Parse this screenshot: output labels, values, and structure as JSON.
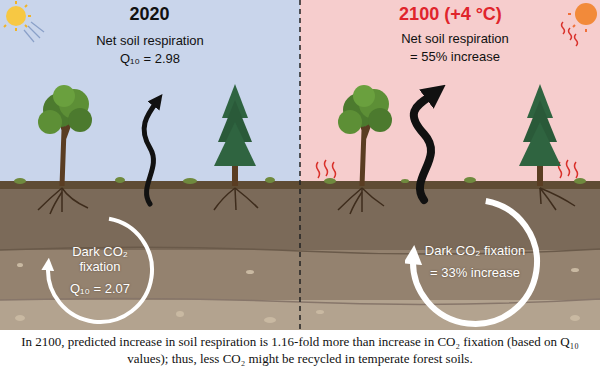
{
  "diagram": {
    "nodes": [
      {
        "text": [
          "2020"
        ]
      },
      {
        "text": [
          "Net soil respiration",
          "Q₁₀ = 2.98"
        ],
        "in": 0
      },
      {
        "text": [
          "Dark CO₂ fixation",
          "Q₁₀ = 2.07"
        ],
        "in": 0
      },
      {
        "text": [
          "2100 (+4 °C)"
        ]
      },
      {
        "text": [
          "Net soil respiration",
          "= 55% increase"
        ],
        "in": 3
      },
      {
        "text": [
          "Dark CO₂ fixation",
          "= 33% increase"
        ],
        "in": 3
      }
    ],
    "caption": "In 2100, predicted increase in soil respiration is 1.16-fold more than increase in CO₂ fixation (based on Q₁₀ values); thus, less CO₂ might be recycled in temperate forest soils."
  }
}
